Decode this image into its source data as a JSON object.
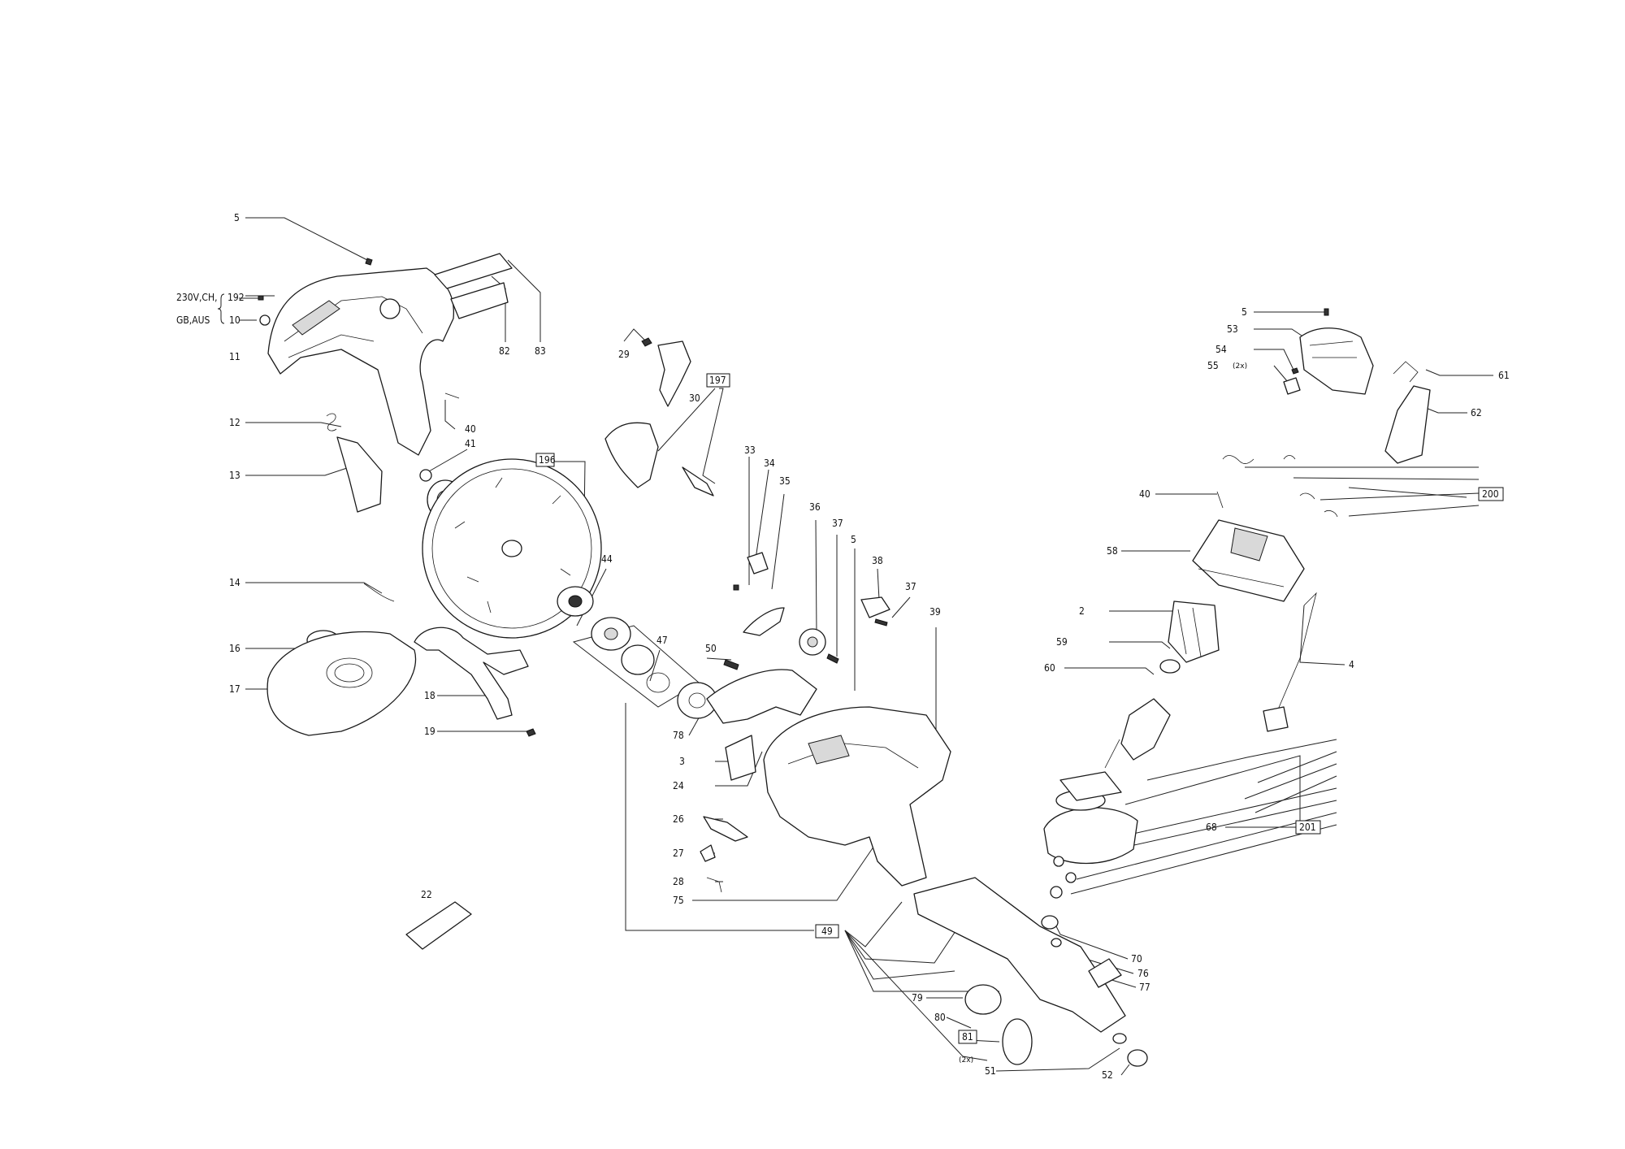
{
  "labels": {
    "l5a": "5",
    "l192": "192",
    "l10": "10",
    "l230v": "230V,CH,",
    "lgbaus": "GB,AUS",
    "l11": "11",
    "l12": "12",
    "l13": "13",
    "l14": "14",
    "l16": "16",
    "l17": "17",
    "l18": "18",
    "l19": "19",
    "l22": "22",
    "l82": "82",
    "l83": "83",
    "l40a": "40",
    "l41": "41",
    "l196": "196",
    "l29": "29",
    "l30": "30",
    "l197": "197",
    "l33": "33",
    "l34": "34",
    "l35": "35",
    "l36": "36",
    "l37a": "37",
    "l5b": "5",
    "l38": "38",
    "l37b": "37",
    "l39": "39",
    "l44": "44",
    "l47": "47",
    "l50": "50",
    "l78": "78",
    "l3": "3",
    "l24": "24",
    "l26": "26",
    "l27": "27",
    "l28": "28",
    "l75": "75",
    "l49": "49",
    "l79": "79",
    "l80": "80",
    "l81": "81",
    "l2x_a": "(2x)",
    "l51": "51",
    "l52": "52",
    "l70": "70",
    "l76": "76",
    "l77": "77",
    "l68": "68",
    "l201": "201",
    "l4": "4",
    "l60": "60",
    "l59": "59",
    "l2": "2",
    "l58": "58",
    "l40b": "40",
    "l200": "200",
    "l5c": "5",
    "l53": "53",
    "l54": "54",
    "l55": "55",
    "l2x_b": "(2x)",
    "l61": "61",
    "l62": "62"
  }
}
